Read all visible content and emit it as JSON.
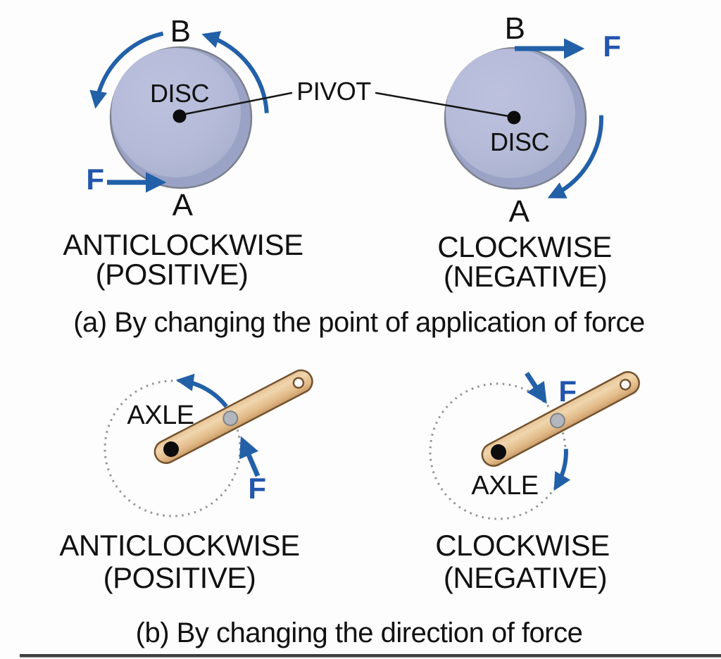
{
  "colors": {
    "arrow_blue": "#2260a8",
    "force_label_blue": "#2355ad",
    "disc_fill": "#b7bdd9",
    "disc_shadow": "#9aa3c5",
    "disc_border": "#7d818e",
    "wood_light": "#f0d6ae",
    "wood_dark": "#c99d6a",
    "wood_border": "#74522e",
    "dotted_circle_gray": "#909090"
  },
  "section_a": {
    "caption": "(a) By changing the point of application of force",
    "pivot_label": "PIVOT",
    "left_disc": {
      "point_top": "B",
      "point_bottom": "A",
      "disc_label": "DISC",
      "force_label": "F",
      "direction": "ANTICLOCKWISE",
      "sign": "(POSITIVE)"
    },
    "right_disc": {
      "point_top": "B",
      "point_bottom": "A",
      "disc_label": "DISC",
      "force_label": "F",
      "direction": "CLOCKWISE",
      "sign": "(NEGATIVE)"
    }
  },
  "section_b": {
    "caption": "(b) By changing the direction of force",
    "left_lever": {
      "axle_label": "AXLE",
      "force_label": "F",
      "direction": "ANTICLOCKWISE",
      "sign": "(POSITIVE)"
    },
    "right_lever": {
      "axle_label": "AXLE",
      "force_label": "F",
      "direction": "CLOCKWISE",
      "sign": "(NEGATIVE)"
    }
  }
}
